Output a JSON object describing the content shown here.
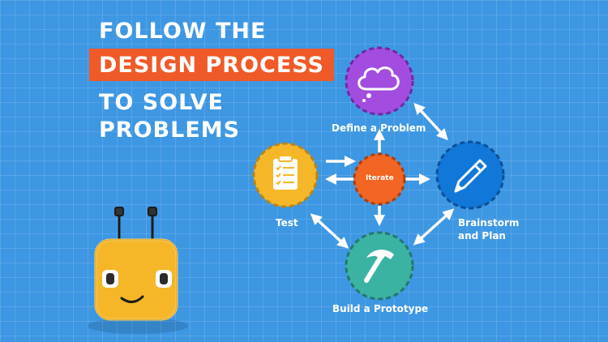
{
  "headline": {
    "line1": "FOLLOW THE",
    "highlight": "DESIGN PROCESS",
    "line3": "TO SOLVE",
    "line4": "PROBLEMS"
  },
  "diagram": {
    "center_label": "Iterate",
    "nodes": [
      {
        "id": "define",
        "label": "Define a Problem",
        "icon": "thought-cloud-icon",
        "color": "#a24de0"
      },
      {
        "id": "brainstorm",
        "label_line1": "Brainstorm",
        "label_line2": "and Plan",
        "icon": "pencil-icon",
        "color": "#1178d9"
      },
      {
        "id": "prototype",
        "label": "Build a Prototype",
        "icon": "hammer-icon",
        "color": "#3bb3a3"
      },
      {
        "id": "test",
        "label": "Test",
        "icon": "clipboard-icon",
        "color": "#f5b727"
      }
    ],
    "center_color": "#f26522"
  },
  "mascot": {
    "color": "#f5b727"
  }
}
